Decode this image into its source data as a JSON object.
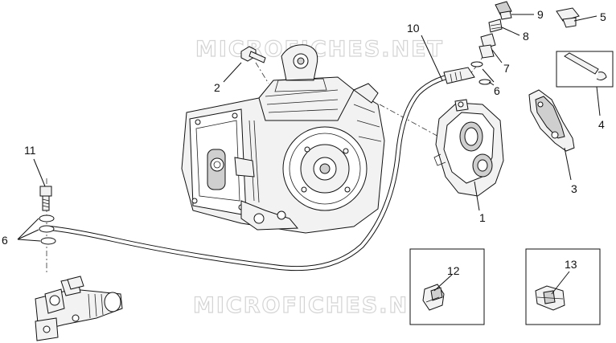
{
  "watermark": {
    "top_text": "MICROFICHES.NET",
    "bottom_text": "MICROFICHES.NET",
    "color": "#d4d4d4"
  },
  "callouts": [
    {
      "id": "callout-1",
      "label": "1"
    },
    {
      "id": "callout-2",
      "label": "2"
    },
    {
      "id": "callout-3",
      "label": "3"
    },
    {
      "id": "callout-4",
      "label": "4"
    },
    {
      "id": "callout-5",
      "label": "5"
    },
    {
      "id": "callout-6-top",
      "label": "6"
    },
    {
      "id": "callout-6-left",
      "label": "6"
    },
    {
      "id": "callout-7",
      "label": "7"
    },
    {
      "id": "callout-8",
      "label": "8"
    },
    {
      "id": "callout-9",
      "label": "9"
    },
    {
      "id": "callout-10",
      "label": "10"
    },
    {
      "id": "callout-11",
      "label": "11"
    },
    {
      "id": "callout-12",
      "label": "12"
    },
    {
      "id": "callout-13",
      "label": "13"
    }
  ]
}
